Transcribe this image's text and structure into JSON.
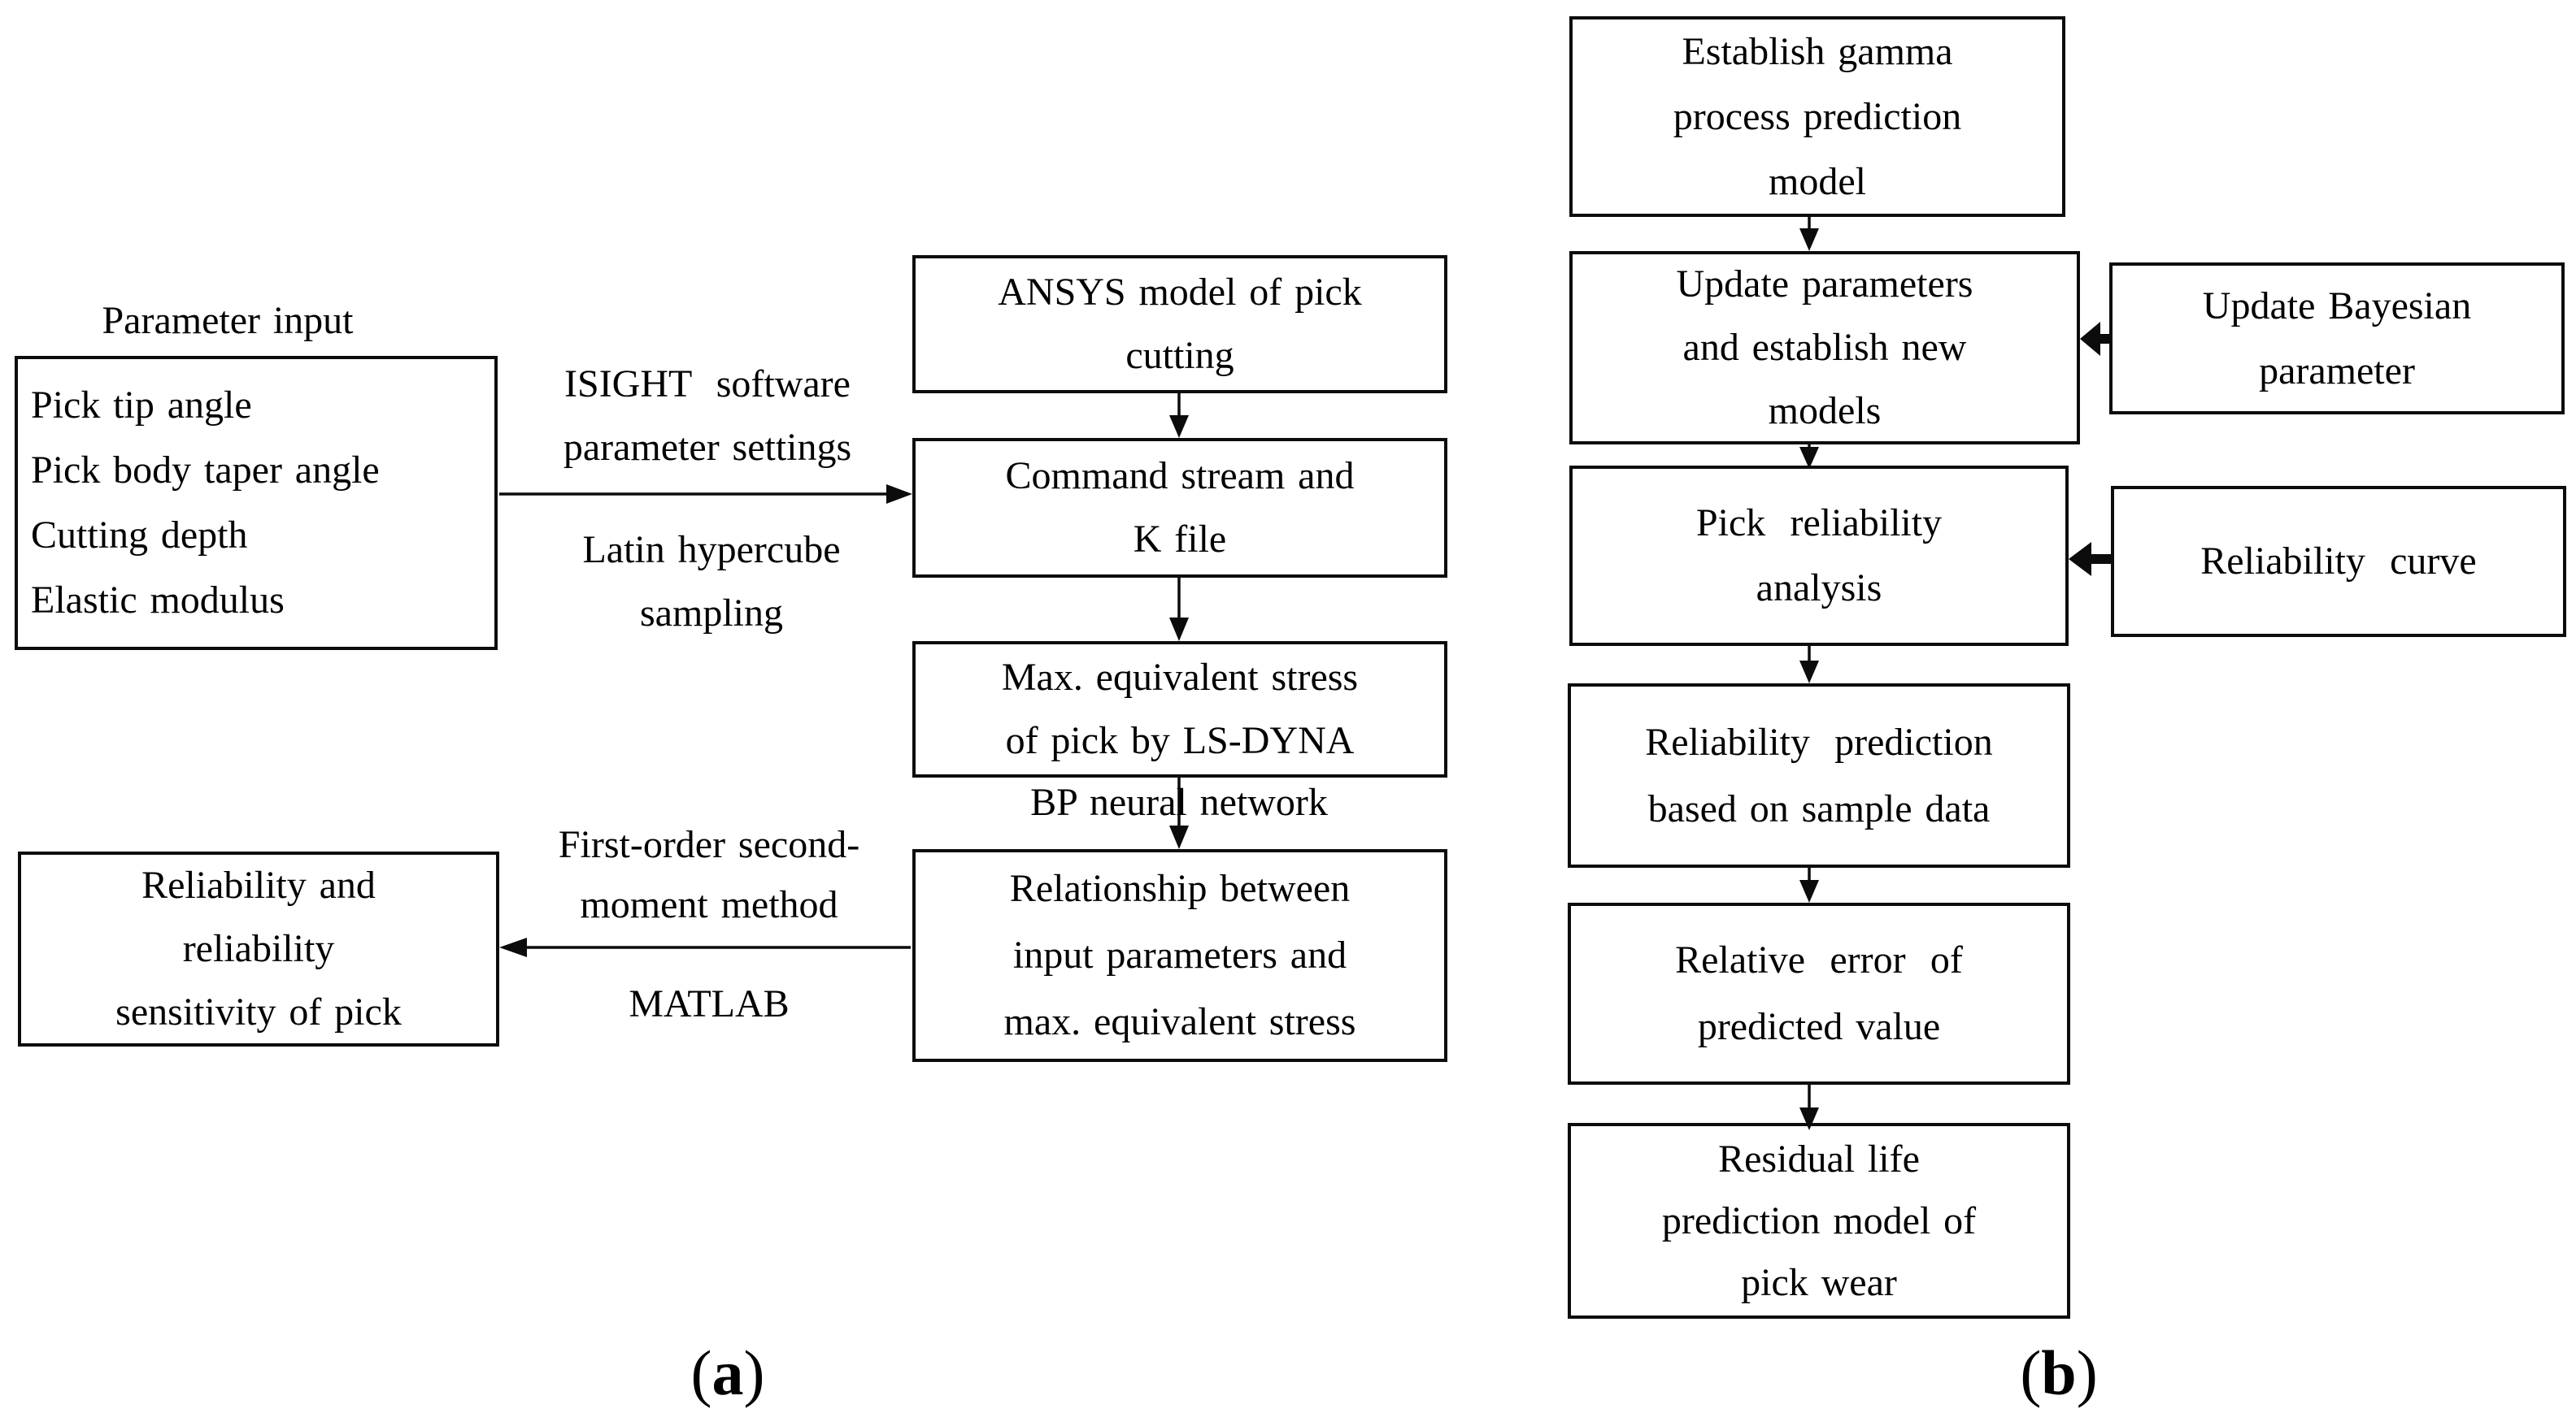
{
  "a": {
    "caption": {
      "open": "(",
      "letter": "a",
      "close": ")"
    },
    "param_label": "Parameter input",
    "param_box": {
      "lines": [
        "Pick tip angle",
        "Pick body taper angle",
        "Cutting depth",
        "Elastic modulus"
      ]
    },
    "isight_label": {
      "lines": [
        "ISIGHT software",
        "parameter settings"
      ]
    },
    "latin_label": {
      "lines": [
        "Latin hypercube",
        "sampling"
      ]
    },
    "ansys_box": {
      "lines": [
        "ANSYS model of pick",
        "cutting"
      ]
    },
    "command_box": {
      "lines": [
        "Command stream and",
        "K file"
      ]
    },
    "max_stress_box": {
      "lines": [
        "Max. equivalent stress",
        "of pick by LS-DYNA"
      ]
    },
    "bp_label": "BP neural network",
    "relationship_box": {
      "lines": [
        "Relationship between",
        "input parameters and",
        "max. equivalent stress"
      ]
    },
    "first_order_label": {
      "lines": [
        "First-order second-",
        "moment method"
      ]
    },
    "matlab_label": "MATLAB",
    "reliability_box": {
      "lines": [
        "Reliability and",
        "reliability",
        "sensitivity of pick"
      ]
    }
  },
  "b": {
    "caption": {
      "open": "(",
      "letter": "b",
      "close": ")"
    },
    "establish_box": {
      "lines": [
        "Establish gamma",
        "process prediction",
        "model"
      ]
    },
    "update_box": {
      "lines": [
        "Update parameters",
        "and establish new",
        "models"
      ]
    },
    "bayesian_box": {
      "lines": [
        "Update Bayesian",
        "parameter"
      ]
    },
    "pick_reliability_box": {
      "lines": [
        "Pick reliability",
        "analysis"
      ]
    },
    "curve_box": {
      "lines": [
        "Reliability curve"
      ]
    },
    "prediction_box": {
      "lines": [
        "Reliability prediction",
        "based on sample data"
      ]
    },
    "error_box": {
      "lines": [
        "Relative error of",
        "predicted value"
      ]
    },
    "residual_box": {
      "lines": [
        "Residual life",
        "prediction model of",
        "pick wear"
      ]
    }
  },
  "colors": {
    "ink": "#0c0c0c",
    "background": "#ffffff"
  }
}
